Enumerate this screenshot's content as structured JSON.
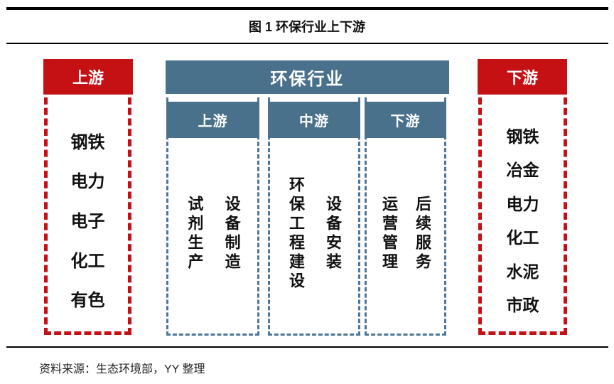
{
  "title": "图 1 环保行业上下游",
  "source": "资料来源：生态环境部，YY 整理",
  "colors": {
    "accent_red": "#C61114",
    "accent_blue": "#49718C",
    "dash_blue": "#4D7698",
    "rule_black": "#000000"
  },
  "left_panel": {
    "header": "上游",
    "items": [
      "钢铁",
      "电力",
      "电子",
      "化工",
      "有色"
    ]
  },
  "center_panel": {
    "header": "环保行业",
    "columns": [
      {
        "header": "上游",
        "items": [
          "试剂生产",
          "设备制造"
        ]
      },
      {
        "header": "中游",
        "items": [
          "环保工程建设",
          "设备安装"
        ]
      },
      {
        "header": "下游",
        "items": [
          "运营管理",
          "后续服务"
        ]
      }
    ]
  },
  "right_panel": {
    "header": "下游",
    "items": [
      "钢铁",
      "冶金",
      "电力",
      "化工",
      "水泥",
      "市政"
    ]
  }
}
